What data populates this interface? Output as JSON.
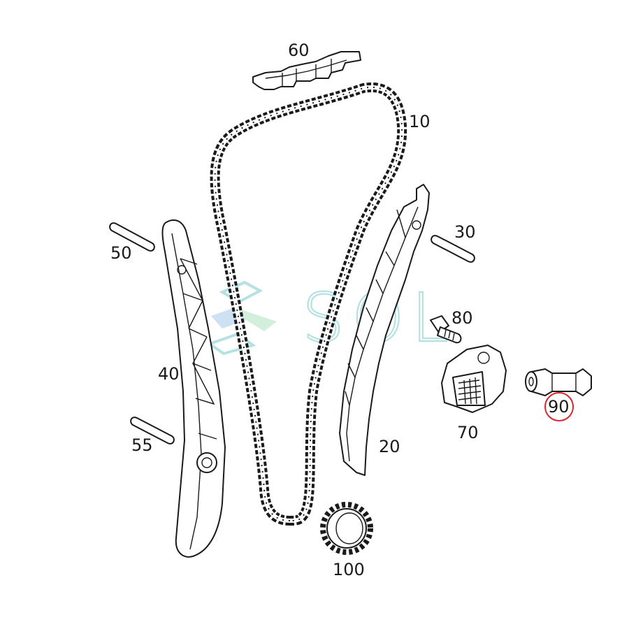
{
  "diagram": {
    "labels": {
      "chain": "10",
      "tensioner_rail": "20",
      "pin_30": "30",
      "guide_rail_left": "40",
      "pin_50": "50",
      "pin_55": "55",
      "upper_guide": "60",
      "tensioner_housing": "70",
      "bolt": "80",
      "tensioner_plunger": "90",
      "sprocket": "100"
    },
    "highlighted_part": "90",
    "highlight_color": "#d9262b",
    "line_color": "#1a1a1a"
  },
  "watermark": {
    "text": "SOL",
    "color": "#a9dcdf",
    "logo_colors": [
      "#a9dcdf",
      "#9cc4e6",
      "#a8ddb6"
    ]
  }
}
